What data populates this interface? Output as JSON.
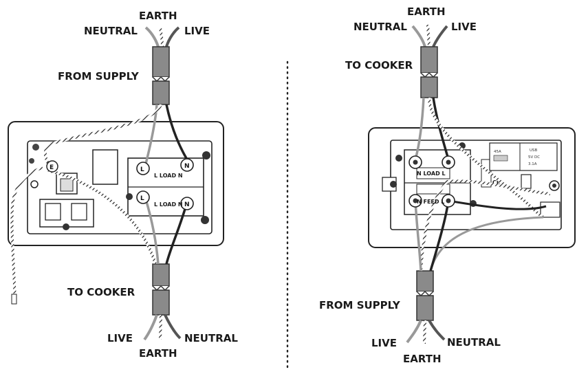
{
  "left_diagram": {
    "top_earth": "EARTH",
    "top_neutral": "NEUTRAL",
    "top_live": "LIVE",
    "top_cable": "FROM SUPPLY",
    "bottom_cable": "TO COOKER",
    "bottom_live": "LIVE",
    "bottom_neutral": "NEUTRAL",
    "bottom_earth": "EARTH",
    "terminals": {
      "earth": "E",
      "live_top": "L",
      "live_bottom": "L",
      "neutral_top": "N",
      "neutral_bottom": "N",
      "row1": "L   LOAD   N",
      "row2": "L   LOAD   N"
    }
  },
  "right_diagram": {
    "top_earth": "EARTH",
    "top_neutral": "NEUTRAL",
    "top_live": "LIVE",
    "top_cable": "TO COOKER",
    "bottom_cable": "FROM SUPPLY",
    "bottom_live": "LIVE",
    "bottom_neutral": "NEUTRAL",
    "bottom_earth": "EARTH",
    "terminals": {
      "row1": "N   LOAD   L",
      "row2": "N   FEED   L"
    },
    "rating_plate": {
      "amps": "45A",
      "usb": "USB",
      "usb_volts": "5V DC",
      "usb_amps": "3.1A",
      "ce": "CE"
    }
  }
}
